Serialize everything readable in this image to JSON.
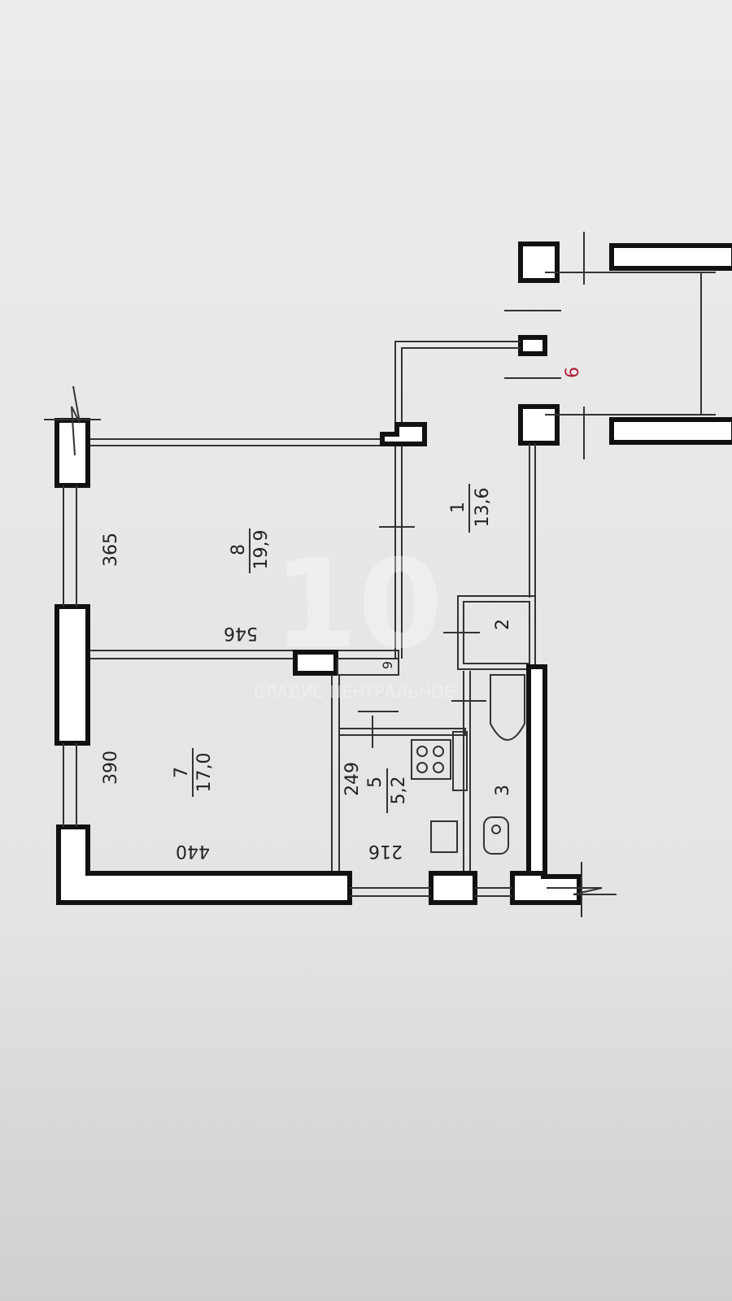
{
  "rooms": [
    {
      "number": "1",
      "area": "13,6"
    },
    {
      "number": "2"
    },
    {
      "number": "3"
    },
    {
      "number": "5",
      "area": "5,2"
    },
    {
      "number": "6"
    },
    {
      "number": "7",
      "area": "17,0"
    },
    {
      "number": "8",
      "area": "19,9"
    },
    {
      "number": "9"
    }
  ],
  "dimensions": {
    "d365": "365",
    "d546": "546",
    "d390": "390",
    "d440": "440",
    "d249": "249",
    "d216": "216"
  },
  "watermark": {
    "text": "ВЛАДИС ЦЕНТРАЛЬНОЕ",
    "logo": "10"
  },
  "colors": {
    "paper": "#e6e6e4",
    "wall": "#111111",
    "accent": "#b0203a"
  }
}
